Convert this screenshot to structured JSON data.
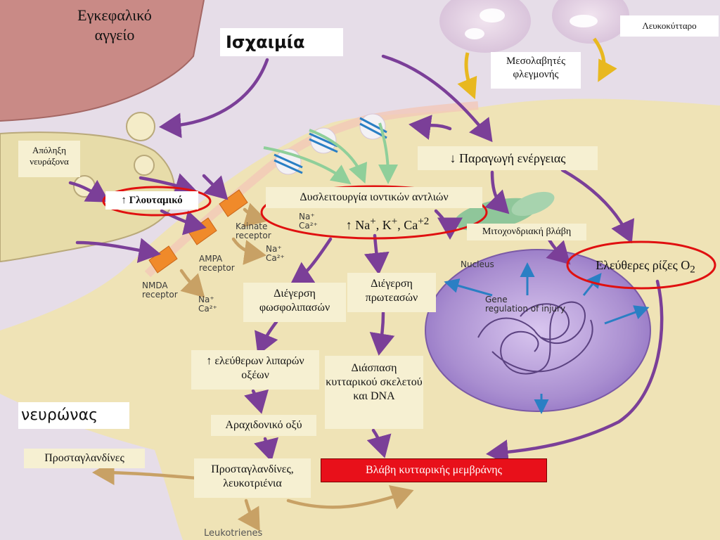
{
  "labels": {
    "vessel": "Εγκεφαλικό αγγείο",
    "ischemia": "Ισχαιμία",
    "leukocyte": "Λευκοκύτταρο",
    "mediators": "Μεσολαβητές φλεγμονής",
    "axon_terminal": "Απόληξη νευράξονα",
    "glutamate": "↑ Γλουταμικό",
    "energy": "↓ Παραγωγή ενέργειας",
    "ion_pump": "Δυσλειτουργία ιοντικών αντλιών",
    "ions_prefix": "↑ Na",
    "ions_k": ", K",
    "ions_ca": ", Ca",
    "ions_ca_sup": "+2",
    "plus": "+",
    "mito_damage": "Μιτοχονδριακή βλάβη",
    "free_radicals": "Ελεύθερες ρίζες O",
    "o2_sub": "2",
    "phospholipase": "Διέγερση φωσφολιπασών",
    "protease": "Διέγερση πρωτεασών",
    "fatty_acids": "↑ ελεύθερων λιπαρών οξέων",
    "cytoskeleton": "Διάσπαση κυτταρικού σκελετού και DNA",
    "arachidonic": "Αραχιδονικό οξύ",
    "neuron": "νευρώνας",
    "prostaglandins_left": "Προσταγλανδίνες",
    "prostaglandins_leuko": "Προσταγλανδίνες, λευκοτριένια",
    "membrane_damage": "Βλάβη κυτταρικής μεμβράνης"
  },
  "figure_labels": {
    "kainate": "Kainate receptor",
    "ampa": "AMPA receptor",
    "nmda": "NMDA receptor",
    "na_ca": "Na⁺ Ca²⁺",
    "nucleus": "Nucleus",
    "gene_regulation": "Gene regulation of injury",
    "leukotrienes": "Leukotrienes"
  },
  "colors": {
    "arrow_purple": "#7b3f98",
    "arrow_tan": "#c8a165",
    "arrow_yellow": "#e8b820",
    "arrow_blue": "#2a7fc4",
    "arrow_green": "#8fcf9a",
    "highlight_red": "#e01010",
    "cell_bg": "#efe3b6",
    "vessel": "#c98a86",
    "nucleus": "#a98ed0"
  }
}
